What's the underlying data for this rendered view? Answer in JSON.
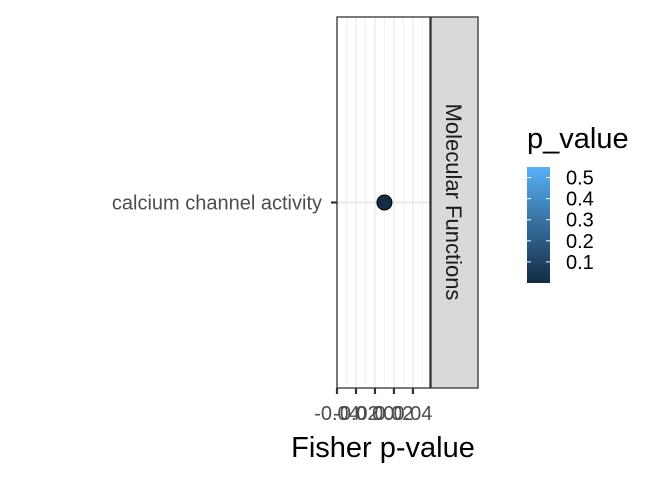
{
  "chart_data": {
    "type": "scatter",
    "title": "",
    "xlabel": "Fisher p-value",
    "ylabel": "",
    "xlim": [
      -0.04,
      0.058
    ],
    "x_ticks": [
      -0.04,
      -0.02,
      0.0,
      0.02,
      0.04
    ],
    "x_tick_labels": [
      "-0.04",
      "-0.02",
      "0.00",
      "0.02",
      "0.04"
    ],
    "categories": [
      "calcium channel activity"
    ],
    "facet": "Molecular Functions",
    "points": [
      {
        "term": "calcium channel activity",
        "x": 0.01,
        "p_value": 0.01
      }
    ],
    "legend": {
      "title": "p_value",
      "type": "colorbar",
      "range": [
        0.0,
        0.55
      ],
      "breaks": [
        0.1,
        0.2,
        0.3,
        0.4,
        0.5
      ],
      "break_labels": [
        "0.1",
        "0.2",
        "0.3",
        "0.4",
        "0.5"
      ],
      "low_color": "#132B43",
      "high_color": "#56B1F7",
      "placement": "right"
    },
    "grid": true
  }
}
